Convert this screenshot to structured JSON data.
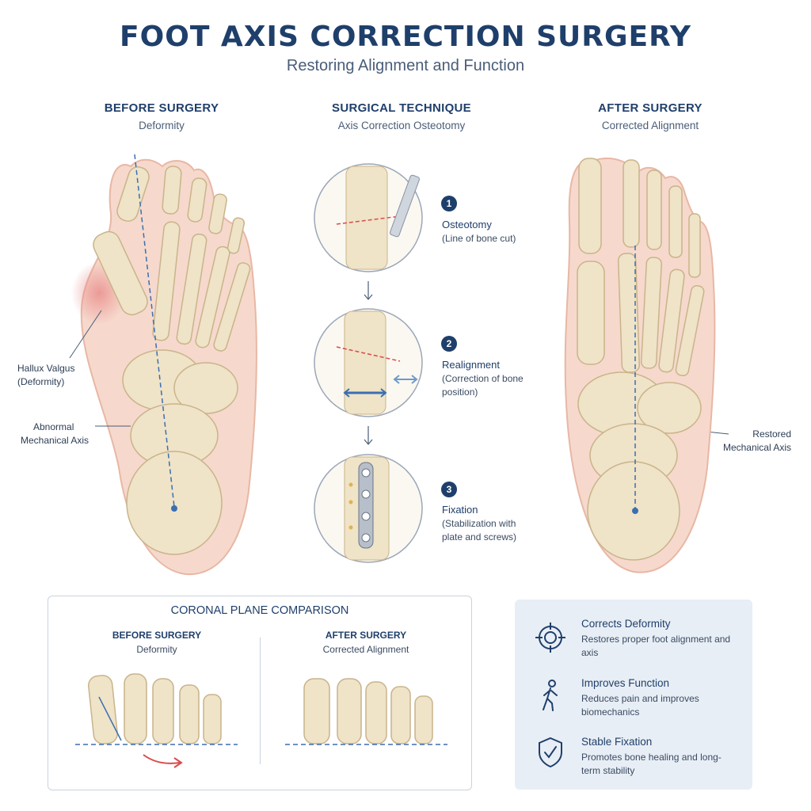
{
  "header": {
    "title": "FOOT AXIS CORRECTION SURGERY",
    "subtitle": "Restoring Alignment and Function"
  },
  "columns": {
    "before": {
      "heading": "BEFORE SURGERY",
      "sub": "Deformity"
    },
    "technique": {
      "heading": "SURGICAL TECHNIQUE",
      "sub": "Axis Correction Osteotomy"
    },
    "after": {
      "heading": "AFTER SURGERY",
      "sub": "Corrected Alignment"
    }
  },
  "callouts": {
    "hallux_line1": "Hallux Valgus",
    "hallux_line2": "(Deformity)",
    "abnormal_line1": "Abnormal",
    "abnormal_line2": "Mechanical Axis",
    "restored_line1": "Restored",
    "restored_line2": "Mechanical Axis"
  },
  "steps": [
    {
      "num": "1",
      "title": "Osteotomy",
      "desc": "(Line of bone cut)"
    },
    {
      "num": "2",
      "title": "Realignment",
      "desc": "(Correction of bone position)"
    },
    {
      "num": "3",
      "title": "Fixation",
      "desc": "(Stabilization with plate and screws)"
    }
  ],
  "coronal": {
    "title": "CORONAL PLANE COMPARISON",
    "before_heading": "BEFORE SURGERY",
    "before_sub": "Deformity",
    "after_heading": "AFTER SURGERY",
    "after_sub": "Corrected Alignment"
  },
  "benefits": [
    {
      "icon": "target-icon",
      "title": "Corrects Deformity",
      "desc": "Restores proper foot alignment and axis"
    },
    {
      "icon": "walking-person-icon",
      "title": "Improves Function",
      "desc": "Reduces pain and improves biomechanics"
    },
    {
      "icon": "shield-check-icon",
      "title": "Stable Fixation",
      "desc": "Promotes bone healing and long-term stability"
    }
  ],
  "colors": {
    "navy": "#1f3f6b",
    "bone": "#efe3c8",
    "skin": "#f6d9cc",
    "inflammation": "#e98a8a",
    "axis": "#3b6fb0"
  }
}
